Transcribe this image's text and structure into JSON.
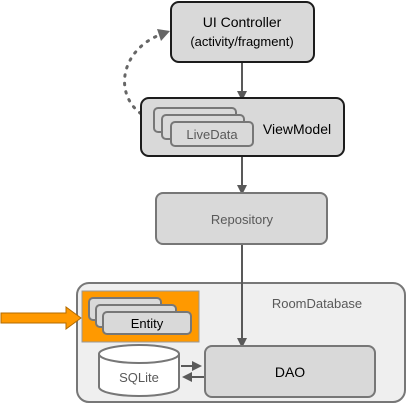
{
  "nodes": {
    "ui_controller": {
      "line1": "UI Controller",
      "line2": "(activity/fragment)"
    },
    "livedata": "LiveData",
    "viewmodel": "ViewModel",
    "repository": "Repository",
    "room_database": "RoomDatabase",
    "entity": "Entity",
    "sqlite": "SQLite",
    "dao": "DAO"
  },
  "colors": {
    "box_fill": "#d9d9d9",
    "room_fill": "#efefef",
    "border_dark": "#1c1c1c",
    "border_gray": "#777777",
    "arrow": "#595959",
    "entity_highlight": "#ff9900",
    "text_gray": "#595959"
  }
}
